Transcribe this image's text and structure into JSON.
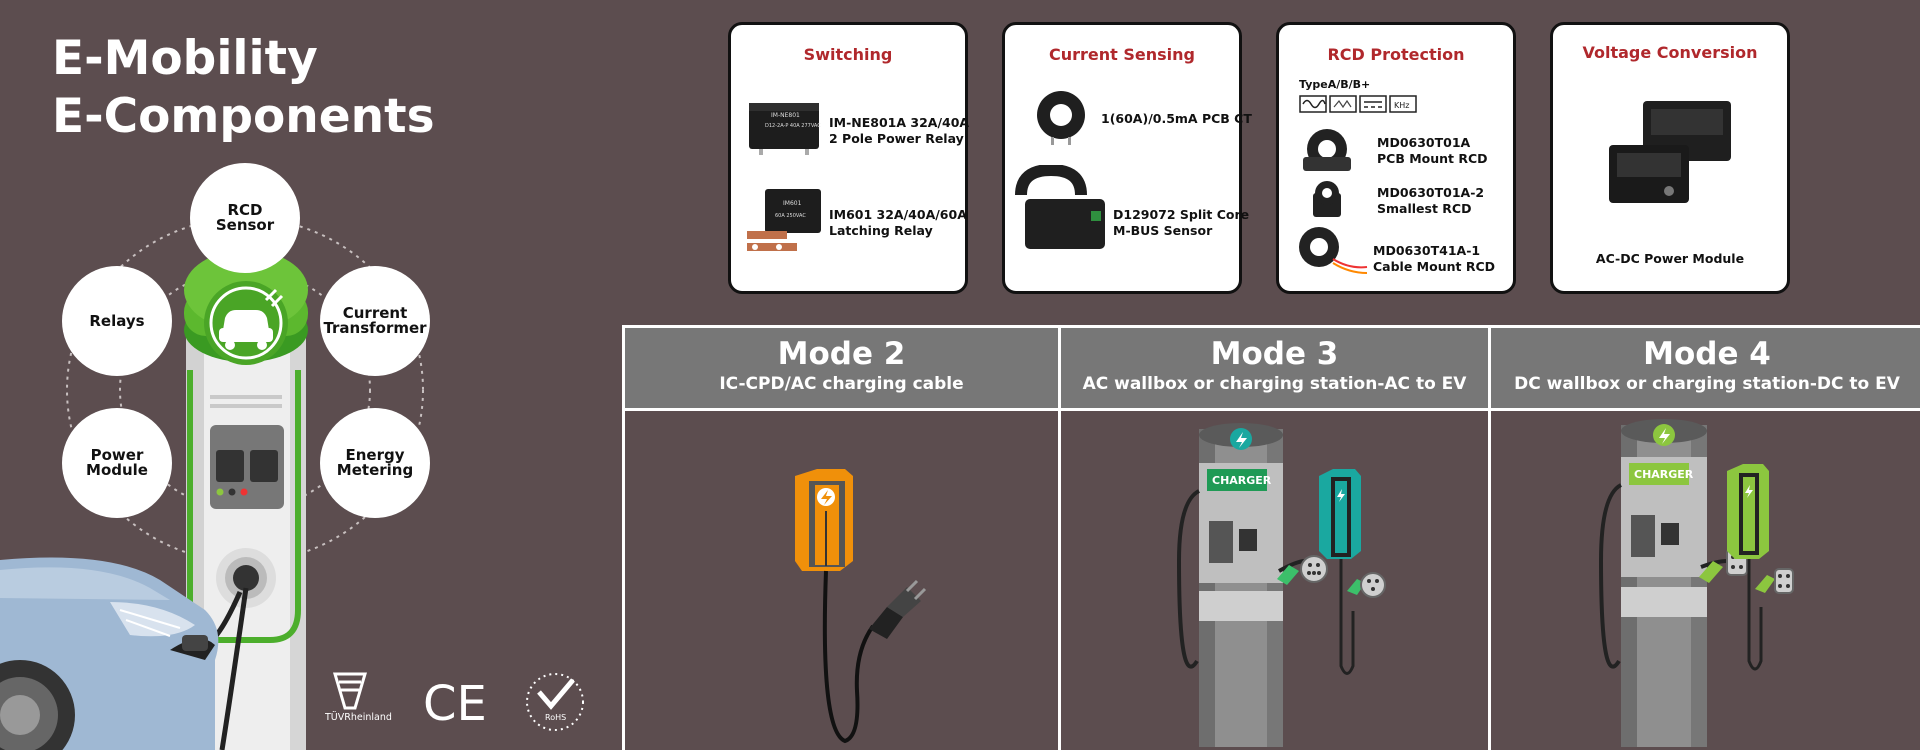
{
  "title": {
    "line1": "E-Mobility",
    "line2": "E-Components"
  },
  "hub": {
    "circles": [
      {
        "id": "rcd-sensor",
        "label": "RCD Sensor"
      },
      {
        "id": "relays",
        "label": "Relays"
      },
      {
        "id": "current-transformer",
        "label": "Current Transformer"
      },
      {
        "id": "power-module",
        "label": "Power Module"
      },
      {
        "id": "energy-metering",
        "label": "Energy Metering"
      }
    ]
  },
  "certifications": {
    "tuv_text": "TÜVRheinland",
    "ce_text": "CE",
    "rohs_text": "RoHS"
  },
  "cards": {
    "switching": {
      "title": "Switching",
      "items": [
        {
          "line1": "IM-NE801A 32A/40A",
          "line2": "2 Pole Power Relay",
          "label_print": "IM-NE801",
          "label_print2": "D12-2A-P 40A 277VAC"
        },
        {
          "line1": "IM601 32A/40A/60A",
          "line2": "Latching Relay",
          "label_print": "IM601",
          "label_print2": "60A 250VAC"
        }
      ]
    },
    "current_sensing": {
      "title": "Current Sensing",
      "items": [
        {
          "line1": "1(60A)/0.5mA PCB CT",
          "line2": ""
        },
        {
          "line1": "D129072 Split Core",
          "line2": "M-BUS Sensor"
        }
      ]
    },
    "rcd_protection": {
      "title": "RCD Protection",
      "types_label": "TypeA/B/B+",
      "type_icon_khz": "KHz",
      "items": [
        {
          "line1": "MD0630T01A",
          "line2": "PCB Mount RCD"
        },
        {
          "line1": "MD0630T01A-2",
          "line2": "Smallest RCD"
        },
        {
          "line1": "MD0630T41A-1",
          "line2": "Cable Mount RCD"
        }
      ]
    },
    "voltage_conversion": {
      "title": "Voltage Conversion",
      "item": {
        "line1": "AC-DC Power Module"
      }
    }
  },
  "modes": [
    {
      "title": "Mode 2",
      "subtitle": "IC-CPD/AC charging cable"
    },
    {
      "title": "Mode 3",
      "subtitle": "AC wallbox or charging station-AC to EV",
      "charger_label": "CHARGER"
    },
    {
      "title": "Mode 4",
      "subtitle": "DC wallbox or charging station-DC to EV",
      "charger_label": "CHARGER"
    }
  ],
  "colors": {
    "background": "#5c4d4f",
    "card_title": "#b0282c",
    "mode_header": "#777777",
    "charger_green": "#5cb82e",
    "orange": "#f0900a",
    "teal": "#1aa8a0",
    "lime": "#8cc63f"
  }
}
